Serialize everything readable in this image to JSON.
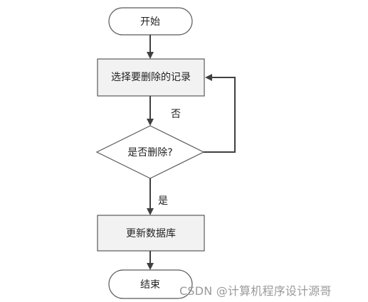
{
  "diagram": {
    "nodes": {
      "start": "开始",
      "select": "选择要删除的记录",
      "decision": "是否删除?",
      "update": "更新数据库",
      "end": "结束"
    },
    "edges": {
      "no_label": "否",
      "yes_label": "是"
    }
  },
  "watermark": {
    "text": "CSDN @计算机程序设计源哥"
  },
  "colors": {
    "node_fill_start_end": "#ffffff",
    "node_fill_process": "#f2f2f2",
    "stroke": "#595959",
    "arrow": "#404040",
    "text": "#222222",
    "watermark": "#9a9a9a"
  }
}
